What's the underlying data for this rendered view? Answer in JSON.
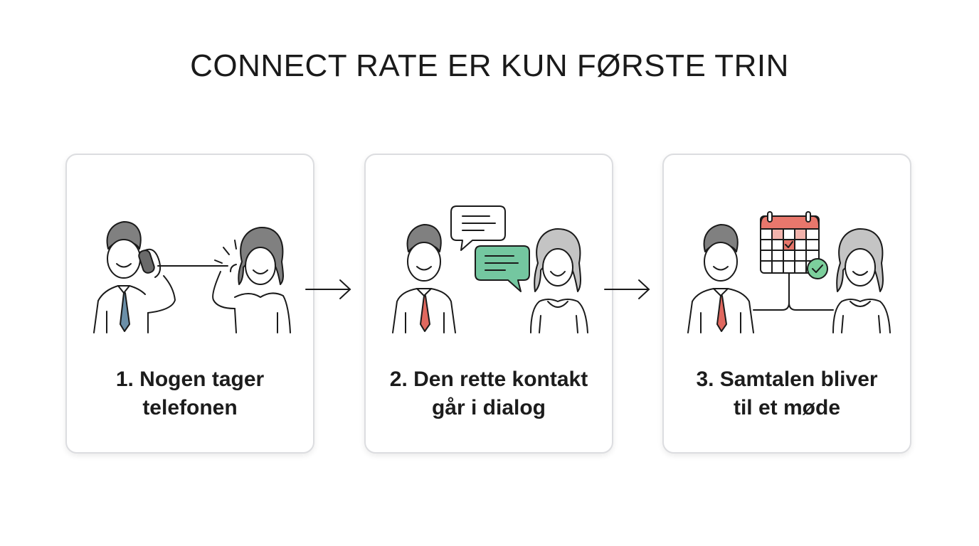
{
  "title": "CONNECT RATE ER KUN FØRSTE TRIN",
  "steps": [
    {
      "line1": "1. Nogen tager",
      "line2": "telefonen"
    },
    {
      "line1": "2. Den rette kontakt",
      "line2": "går i dialog"
    },
    {
      "line1": "3. Samtalen bliver",
      "line2": "til et møde"
    }
  ],
  "colors": {
    "blue_tie": "#6b8fa8",
    "red_tie": "#e0685f",
    "green_bubble": "#74c7a0",
    "calendar_header": "#e8776c",
    "check_green": "#7ccf9c",
    "hair_dark": "#808080",
    "hair_light": "#c4c4c4"
  },
  "icons": [
    "phone-icon",
    "speech-bubble-icon",
    "calendar-icon",
    "check-icon",
    "arrow-right-icon"
  ]
}
